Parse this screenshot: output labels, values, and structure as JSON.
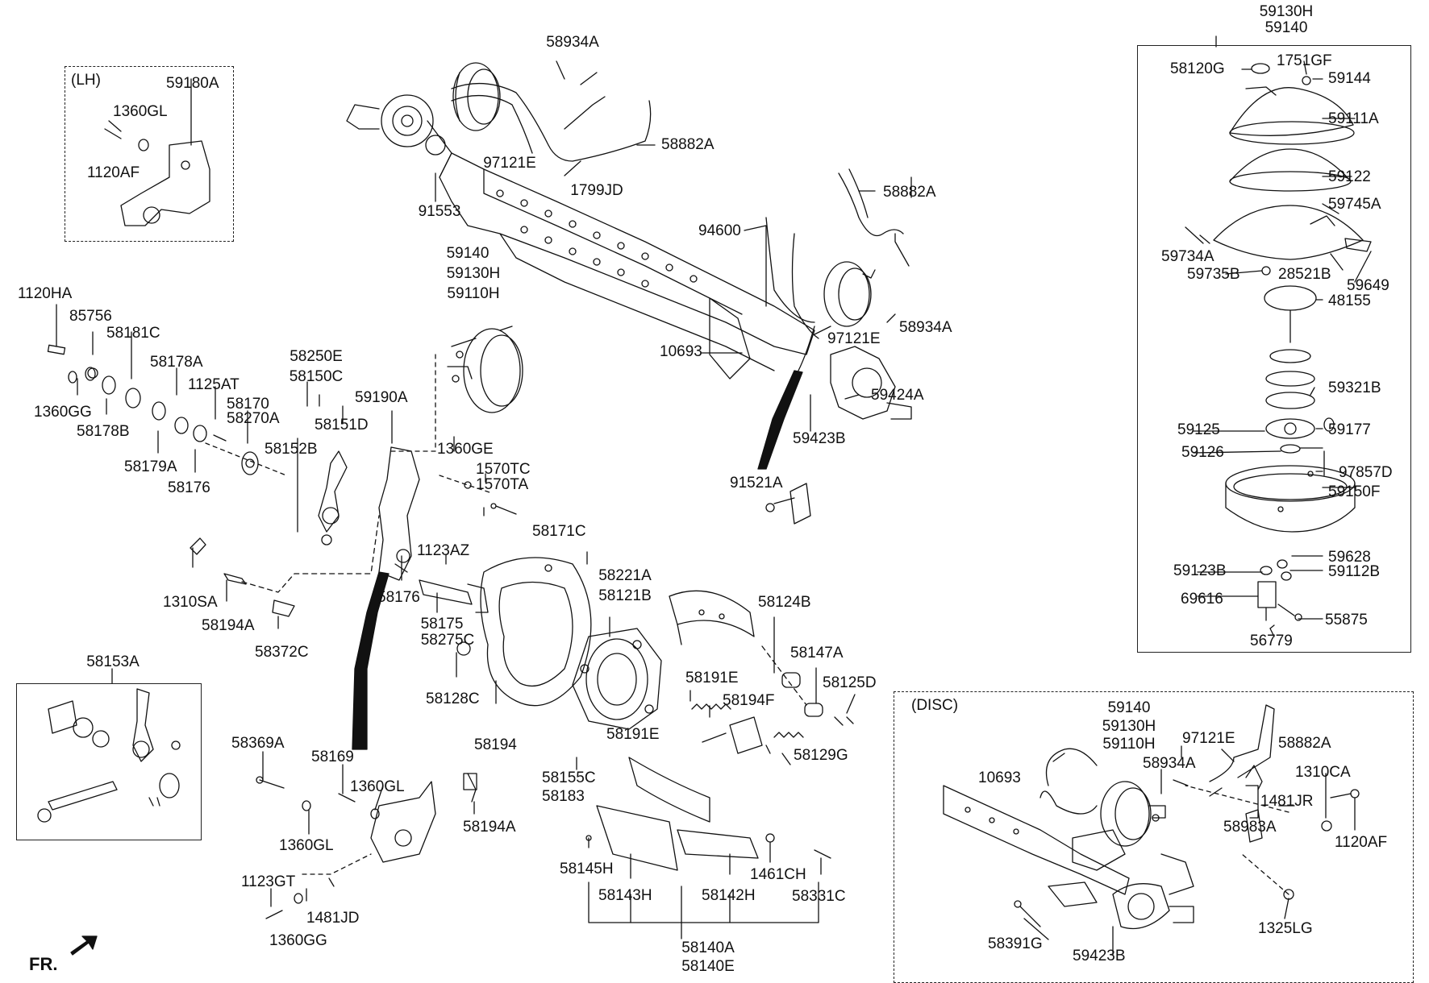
{
  "diagram": {
    "fr_label": "FR.",
    "box_titles": {
      "lh": "(LH)",
      "disc": "(DISC)"
    },
    "labels": {
      "l58934A_t": "58934A",
      "l58882A_t": "58882A",
      "l97121E_t": "97121E",
      "l1799JD": "1799JD",
      "l91553": "91553",
      "l58882A_m": "58882A",
      "l94600": "94600",
      "l58934A_m": "58934A",
      "l97121E_m": "97121E",
      "l10693": "10693",
      "l59424A": "59424A",
      "l59423B": "59423B",
      "l91521A": "91521A",
      "l59140_m": "59140",
      "l59130H_m": "59130H",
      "l59110H_m": "59110H",
      "l59180A": "59180A",
      "l1360GL_lh": "1360GL",
      "l1120AF_lh": "1120AF",
      "l1120HA": "1120HA",
      "l85756": "85756",
      "l58181C": "58181C",
      "l58178A": "58178A",
      "l1125AT": "1125AT",
      "l1360GG_l": "1360GG",
      "l58178B": "58178B",
      "l58179A": "58179A",
      "l58176_l": "58176",
      "l58170": "58170",
      "l58270A": "58270A",
      "l58250E": "58250E",
      "l58150C": "58150C",
      "l58151D": "58151D",
      "l58152B": "58152B",
      "l59190A": "59190A",
      "l1360GE": "1360GE",
      "l1570TC": "1570TC",
      "l1570TA": "1570TA",
      "l1310SA": "1310SA",
      "l58194A_l": "58194A",
      "l58372C": "58372C",
      "l58176_m": "58176",
      "l1123AZ": "1123AZ",
      "l58175": "58175",
      "l58275C": "58275C",
      "l58171C": "58171C",
      "l58221A": "58221A",
      "l58121B": "58121B",
      "l58124B": "58124B",
      "l58147A": "58147A",
      "l58125D": "58125D",
      "l58128C": "58128C",
      "l58194": "58194",
      "l58191E_a": "58191E",
      "l58194F": "58194F",
      "l58191E_b": "58191E",
      "l58129G": "58129G",
      "l58155C": "58155C",
      "l58183": "58183",
      "l58153A": "58153A",
      "l58369A": "58369A",
      "l58169": "58169",
      "l1360GL_b1": "1360GL",
      "l1360GL_b2": "1360GL",
      "l58194A_b": "58194A",
      "l1123GT": "1123GT",
      "l1481JD": "1481JD",
      "l1360GG_b": "1360GG",
      "l58145H": "58145H",
      "l58143H": "58143H",
      "l58142H": "58142H",
      "l1461CH": "1461CH",
      "l58331C": "58331C",
      "l58140A": "58140A",
      "l58140E": "58140E",
      "l59130H_r": "59130H",
      "l59140_r": "59140",
      "l58120G": "58120G",
      "l1751GF": "1751GF",
      "l59144": "59144",
      "l59111A": "59111A",
      "l59122": "59122",
      "l59745A": "59745A",
      "l59734A": "59734A",
      "l59735B": "59735B",
      "l28521B": "28521B",
      "l59649": "59649",
      "l48155": "48155",
      "l59321B": "59321B",
      "l59125": "59125",
      "l59177": "59177",
      "l59126": "59126",
      "l97857D": "97857D",
      "l59150F": "59150F",
      "l59123B": "59123B",
      "l59628": "59628",
      "l59112B": "59112B",
      "l69616": "69616",
      "l55875": "55875",
      "l56779": "56779",
      "l59140_d": "59140",
      "l59130H_d": "59130H",
      "l59110H_d": "59110H",
      "l97121E_d": "97121E",
      "l58882A_d": "58882A",
      "l58934A_d": "58934A",
      "l10693_d": "10693",
      "l1310CA": "1310CA",
      "l1481JR": "1481JR",
      "l58983A": "58983A",
      "l1120AF_d": "1120AF",
      "l1325LG": "1325LG",
      "l58391G": "58391G",
      "l59423B_d": "59423B"
    }
  }
}
